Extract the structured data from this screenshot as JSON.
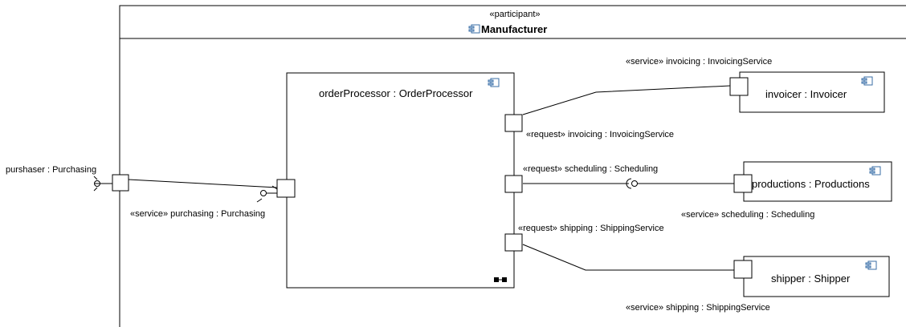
{
  "participant": {
    "stereotype": "«participant»",
    "name": "Manufacturer",
    "icon": "component-icon"
  },
  "purchaser_port": {
    "label": "purshaser : Purchasing"
  },
  "order_processor": {
    "name": "orderProcessor : OrderProcessor",
    "icon": "component-icon",
    "structure_icon": "composite-structure-icon",
    "purchasing_port_label": "«service» purchasing : Purchasing",
    "invoicing_port_label": "«request» invoicing : InvoicingService",
    "scheduling_port_label": "«request» scheduling : Scheduling",
    "shipping_port_label": "«request» shipping : ShippingService"
  },
  "invoicer": {
    "name": "invoicer : Invoicer",
    "icon": "component-icon",
    "port_label": "«service» invoicing : InvoicingService"
  },
  "productions": {
    "name": "productions : Productions",
    "icon": "component-icon",
    "port_label": "«service» scheduling : Scheduling"
  },
  "shipper": {
    "name": "shipper : Shipper",
    "icon": "component-icon",
    "port_label": "«service» shipping : ShippingService"
  }
}
